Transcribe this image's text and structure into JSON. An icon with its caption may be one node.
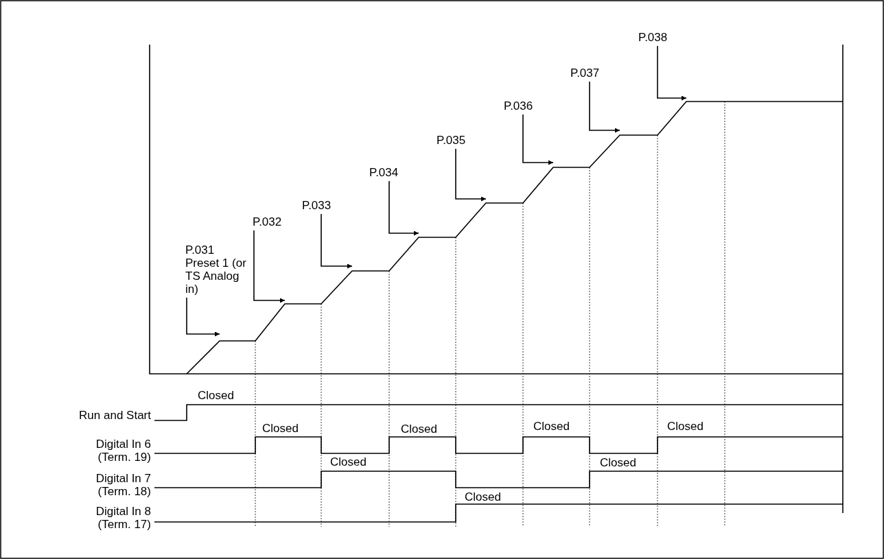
{
  "diagram": {
    "nodes": [
      {
        "text": [
          "P.031 Preset 1 (or TS Analog in)"
        ]
      },
      {
        "text": [
          "P.032"
        ]
      },
      {
        "text": [
          "P.033"
        ]
      },
      {
        "text": [
          "P.034"
        ]
      },
      {
        "text": [
          "P.035"
        ]
      },
      {
        "text": [
          "P.036"
        ]
      },
      {
        "text": [
          "P.037"
        ]
      },
      {
        "text": [
          "P.038"
        ]
      }
    ],
    "edges": [
      {
        "from": 0,
        "to": null,
        "arrow": "to"
      },
      {
        "from": 1,
        "to": null,
        "arrow": "to"
      },
      {
        "from": 2,
        "to": null,
        "arrow": "to"
      },
      {
        "from": 3,
        "to": null,
        "arrow": "to"
      },
      {
        "from": 4,
        "to": null,
        "arrow": "to"
      },
      {
        "from": 5,
        "to": null,
        "arrow": "to"
      },
      {
        "from": 6,
        "to": null,
        "arrow": "to"
      },
      {
        "from": 7,
        "to": null,
        "arrow": "to"
      }
    ],
    "labels": [
      "Closed",
      "Run and Start",
      "Closed",
      "Closed",
      "Closed",
      "Closed",
      "Digital In 6 (Term. 19)",
      "Closed",
      "Closed",
      "Digital In 7 (Term. 18)",
      "Closed",
      "Digital In 8 (Term. 17)"
    ]
  }
}
